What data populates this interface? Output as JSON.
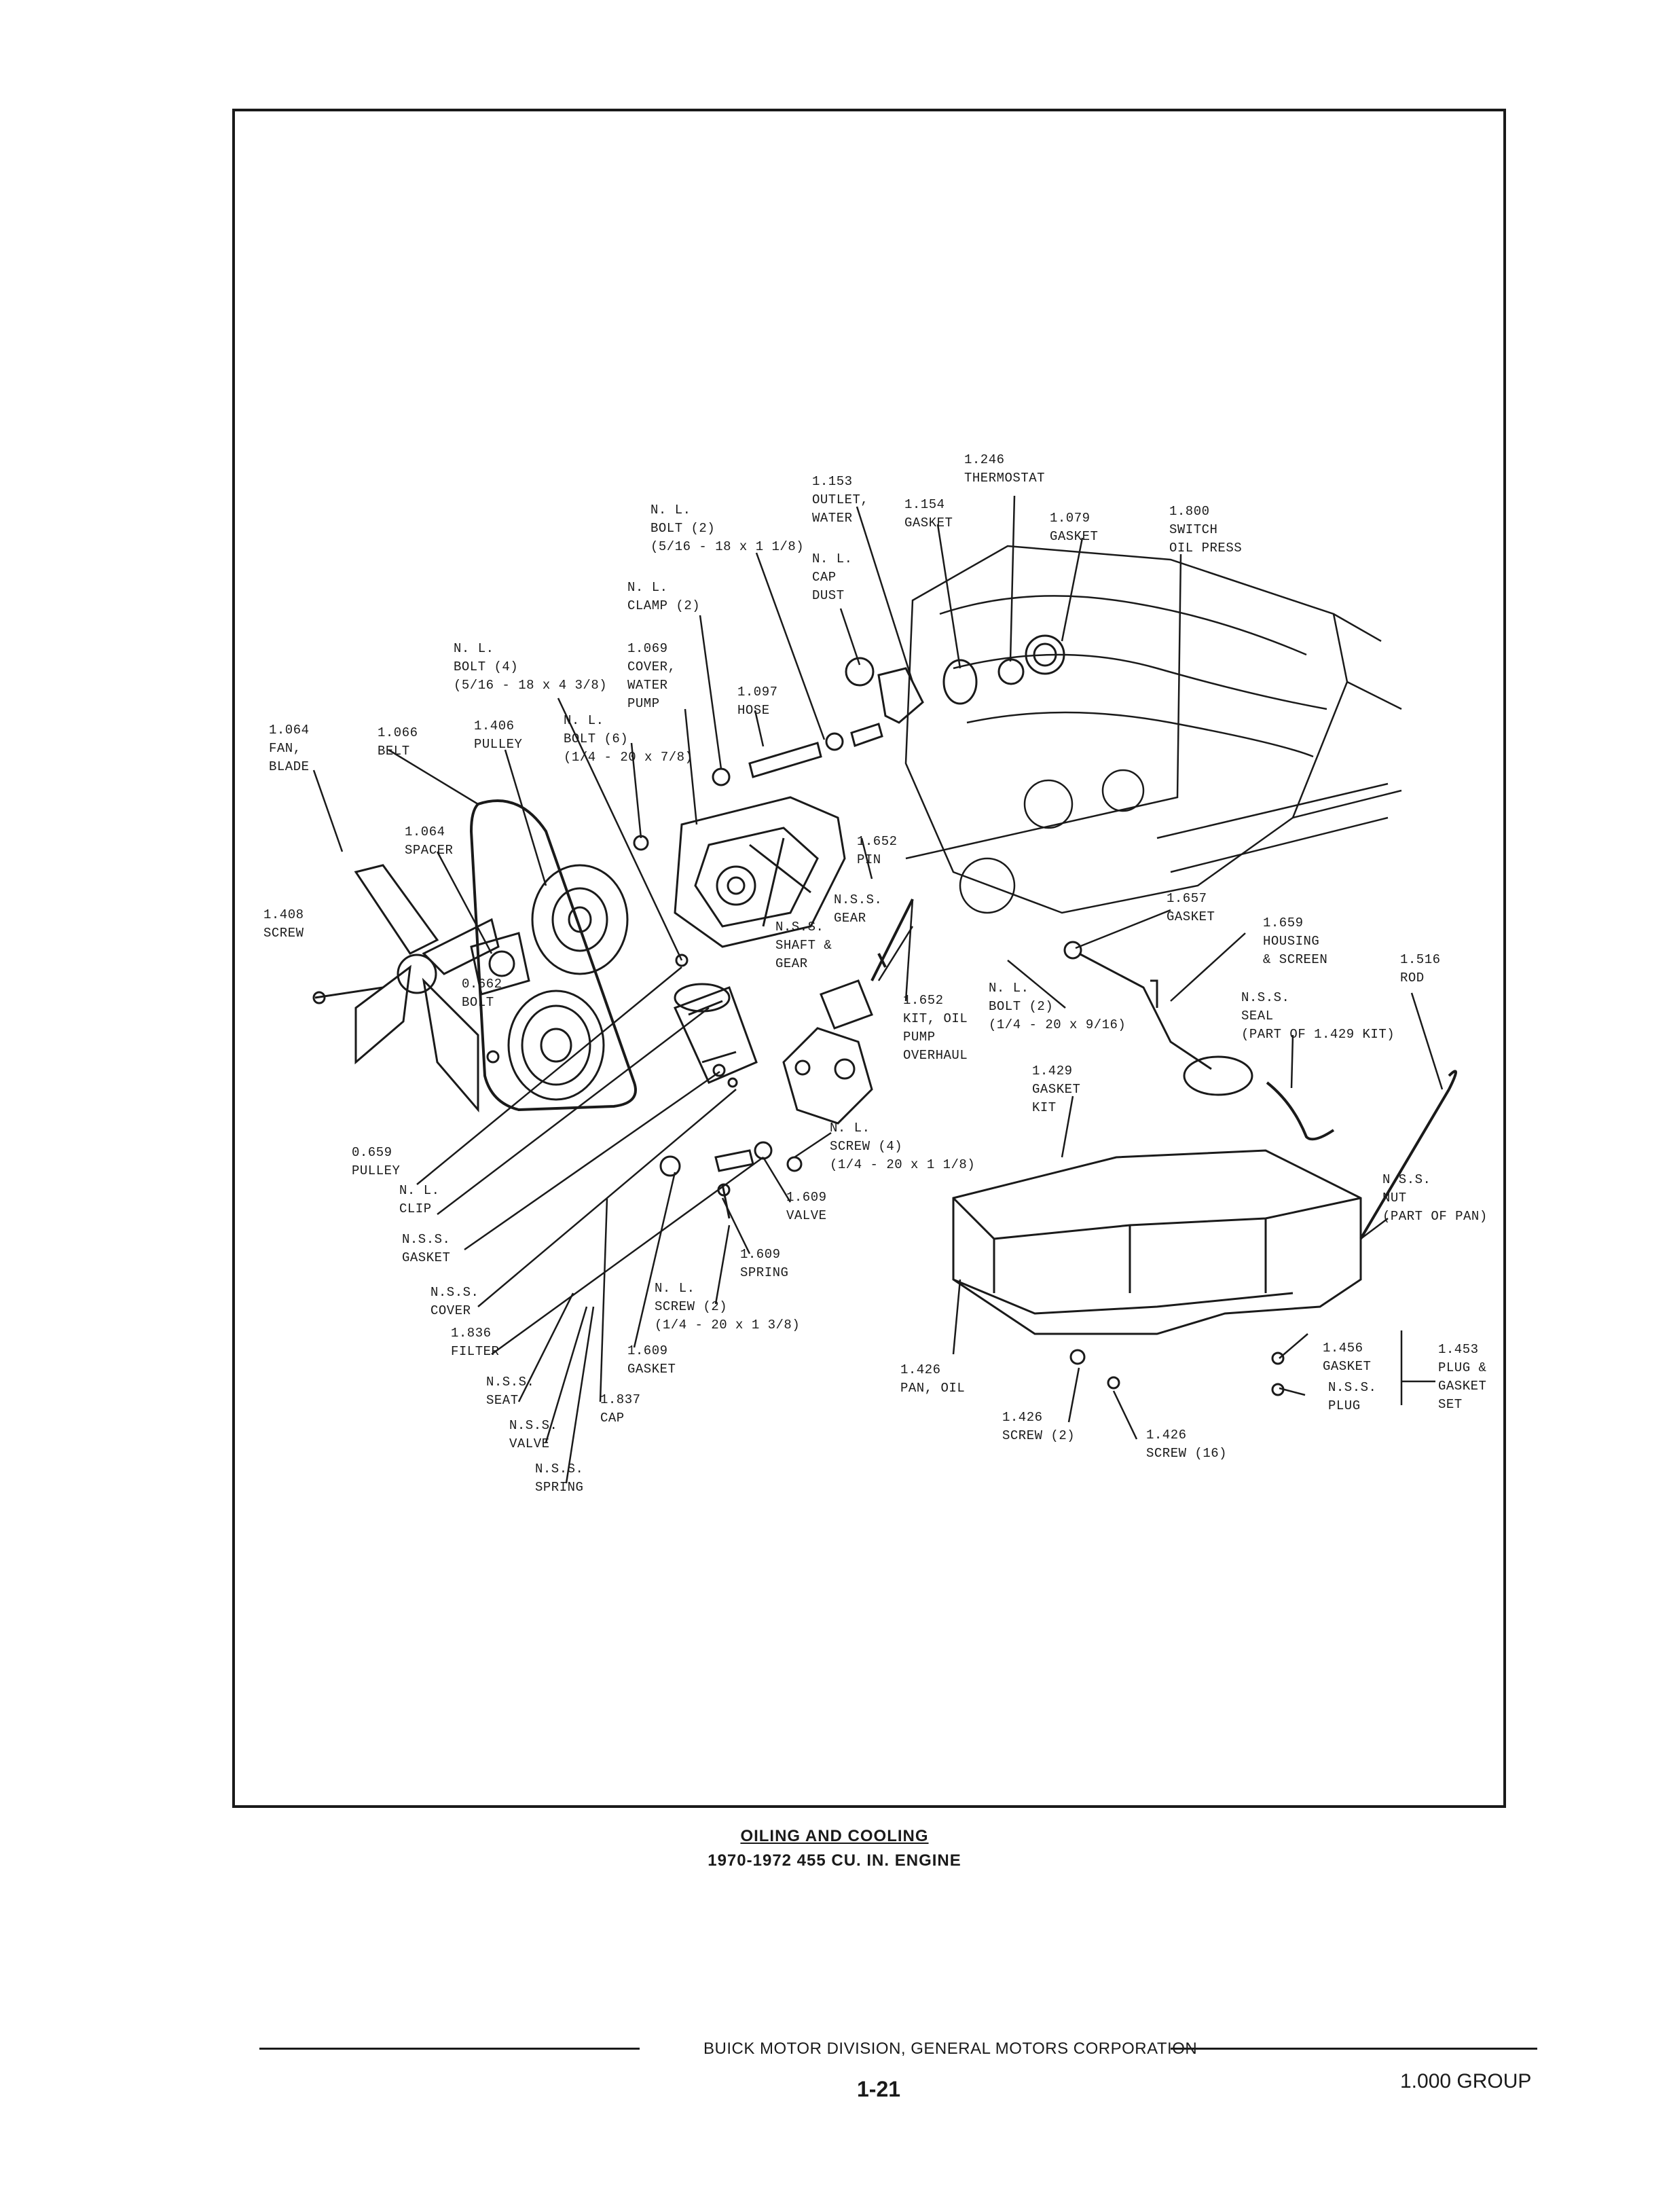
{
  "labels": [
    {
      "id": "thermostat",
      "lines": [
        "1.246",
        "THERMOSTAT"
      ]
    },
    {
      "id": "outlet-water",
      "lines": [
        "1.153",
        "OUTLET,",
        "WATER"
      ]
    },
    {
      "id": "gasket-154",
      "lines": [
        "1.154",
        "GASKET"
      ]
    },
    {
      "id": "gasket-079",
      "lines": [
        "1.079",
        "GASKET"
      ]
    },
    {
      "id": "switch-oil-press",
      "lines": [
        "1.800",
        "SWITCH",
        "OIL PRESS"
      ]
    },
    {
      "id": "bolt-2-outlet",
      "lines": [
        "N. L.",
        "BOLT (2)",
        "(5/16 - 18 x 1 1/8)"
      ]
    },
    {
      "id": "cap-dust",
      "lines": [
        "N. L.",
        "CAP",
        "DUST"
      ]
    },
    {
      "id": "clamp",
      "lines": [
        "N. L.",
        "CLAMP (2)"
      ]
    },
    {
      "id": "cover-water-pump",
      "lines": [
        "1.069",
        "COVER,",
        "WATER",
        "PUMP"
      ]
    },
    {
      "id": "hose",
      "lines": [
        "1.097",
        "HOSE"
      ]
    },
    {
      "id": "bolt-4",
      "lines": [
        "N. L.",
        "BOLT (4)",
        "(5/16 - 18 x 4 3/8)"
      ]
    },
    {
      "id": "fan-blade",
      "lines": [
        "1.064",
        "FAN,",
        "BLADE"
      ]
    },
    {
      "id": "belt",
      "lines": [
        "1.066",
        "BELT"
      ]
    },
    {
      "id": "pulley-406",
      "lines": [
        "1.406",
        "PULLEY"
      ]
    },
    {
      "id": "bolt-6",
      "lines": [
        "N. L.",
        "BOLT (6)",
        "(1/4 - 20 x 7/8)"
      ]
    },
    {
      "id": "spacer",
      "lines": [
        "1.064",
        "SPACER"
      ]
    },
    {
      "id": "screw-408",
      "lines": [
        "1.408",
        "SCREW"
      ]
    },
    {
      "id": "bolt-662",
      "lines": [
        "0.662",
        "BOLT"
      ]
    },
    {
      "id": "pin",
      "lines": [
        "1.652",
        "PIN"
      ]
    },
    {
      "id": "gear",
      "lines": [
        "N.S.S.",
        "GEAR"
      ]
    },
    {
      "id": "shaft-gear",
      "lines": [
        "N.S.S.",
        "SHAFT &",
        "GEAR"
      ]
    },
    {
      "id": "gasket-657",
      "lines": [
        "1.657",
        "GASKET"
      ]
    },
    {
      "id": "housing-screen",
      "lines": [
        "1.659",
        "HOUSING",
        "& SCREEN"
      ]
    },
    {
      "id": "rod",
      "lines": [
        "1.516",
        "ROD"
      ]
    },
    {
      "id": "kit-oil-pump",
      "lines": [
        "1.652",
        "KIT, OIL",
        "PUMP",
        "OVERHAUL"
      ]
    },
    {
      "id": "bolt-2-pump",
      "lines": [
        "N. L.",
        "BOLT (2)",
        "(1/4 - 20 x 9/16)"
      ]
    },
    {
      "id": "seal",
      "lines": [
        "N.S.S.",
        "SEAL",
        "(PART OF 1.429 KIT)"
      ]
    },
    {
      "id": "gasket-kit",
      "lines": [
        "1.429",
        "GASKET",
        "KIT"
      ]
    },
    {
      "id": "pulley-659",
      "lines": [
        "0.659",
        "PULLEY"
      ]
    },
    {
      "id": "clip",
      "lines": [
        "N. L.",
        "CLIP"
      ]
    },
    {
      "id": "screw-4",
      "lines": [
        "N. L.",
        "SCREW (4)",
        "(1/4 - 20 x 1 1/8)"
      ]
    },
    {
      "id": "gasket-nss",
      "lines": [
        "N.S.S.",
        "GASKET"
      ]
    },
    {
      "id": "valve-609",
      "lines": [
        "1.609",
        "VALVE"
      ]
    },
    {
      "id": "nut",
      "lines": [
        "N.S.S.",
        "NUT",
        "(PART OF PAN)"
      ]
    },
    {
      "id": "cover-nss",
      "lines": [
        "N.S.S.",
        "COVER"
      ]
    },
    {
      "id": "spring-609",
      "lines": [
        "1.609",
        "SPRING"
      ]
    },
    {
      "id": "screw-2-filter",
      "lines": [
        "N. L.",
        "SCREW (2)",
        "(1/4 - 20 x 1 3/8)"
      ]
    },
    {
      "id": "filter",
      "lines": [
        "1.836",
        "FILTER"
      ]
    },
    {
      "id": "gasket-609",
      "lines": [
        "1.609",
        "GASKET"
      ]
    },
    {
      "id": "pan-oil",
      "lines": [
        "1.426",
        "PAN, OIL"
      ]
    },
    {
      "id": "gasket-456",
      "lines": [
        "1.456",
        "GASKET"
      ]
    },
    {
      "id": "plug-gasket-set",
      "lines": [
        "1.453",
        "PLUG &",
        "GASKET",
        "SET"
      ]
    },
    {
      "id": "seat",
      "lines": [
        "N.S.S.",
        "SEAT"
      ]
    },
    {
      "id": "cap-837",
      "lines": [
        "1.837",
        "CAP"
      ]
    },
    {
      "id": "plug",
      "lines": [
        "N.S.S.",
        "PLUG"
      ]
    },
    {
      "id": "screw-2-pan",
      "lines": [
        "1.426",
        "SCREW (2)"
      ]
    },
    {
      "id": "screw-16",
      "lines": [
        "1.426",
        "SCREW (16)"
      ]
    },
    {
      "id": "valve-nss",
      "lines": [
        "N.S.S.",
        "VALVE"
      ]
    },
    {
      "id": "spring-nss",
      "lines": [
        "N.S.S.",
        "SPRING"
      ]
    }
  ],
  "caption": {
    "line1": "OILING AND COOLING",
    "line2": "1970-1972 455 CU. IN. ENGINE"
  },
  "footer": {
    "division": "BUICK MOTOR DIVISION, GENERAL MOTORS CORPORATION",
    "page": "1-21",
    "group": "1.000 GROUP"
  }
}
